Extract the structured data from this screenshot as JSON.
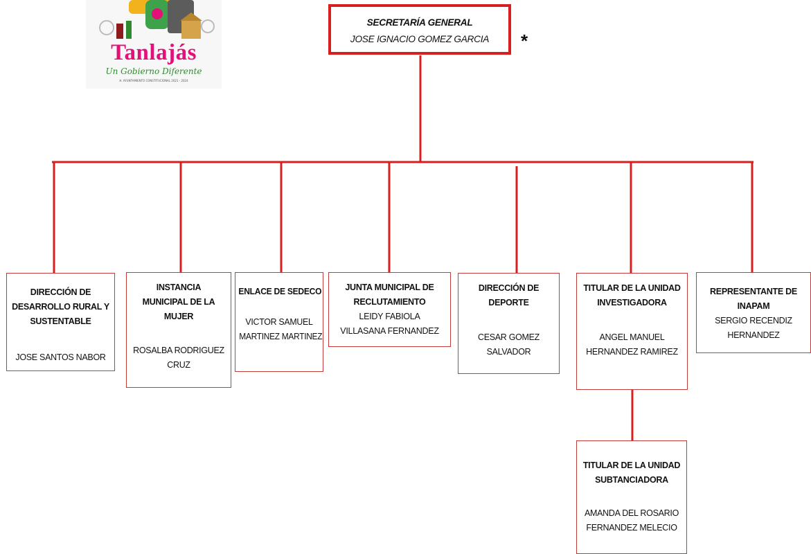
{
  "logo": {
    "brand": "Tanlajás",
    "tagline": "Un Gobierno Diferente",
    "small_text": "H. AYUNTAMIENTO CONSTITUCIONAL 2021 - 2024"
  },
  "top_node": {
    "title": "SECRETARÍA GENERAL",
    "person": "JOSE IGNACIO GOMEZ GARCIA"
  },
  "marker": "*",
  "nodes": [
    {
      "title_lines": [
        "DIRECCIÓN DE",
        "DESARROLLO RURAL Y",
        "SUSTENTABLE"
      ],
      "person_lines": [
        "JOSE SANTOS NABOR"
      ]
    },
    {
      "title_lines": [
        "INSTANCIA",
        "MUNICIPAL DE LA",
        "MUJER"
      ],
      "person_lines": [
        "ROSALBA RODRIGUEZ",
        "CRUZ"
      ]
    },
    {
      "title_lines": [
        "ENLACE DE SEDECO"
      ],
      "person_lines": [
        "VICTOR SAMUEL",
        "MARTINEZ MARTINEZ"
      ]
    },
    {
      "title_lines": [
        "JUNTA MUNICIPAL DE",
        "RECLUTAMIENTO"
      ],
      "person_lines": [
        "LEIDY FABIOLA",
        "VILLASANA FERNANDEZ"
      ]
    },
    {
      "title_lines": [
        "DIRECCIÓN DE",
        "DEPORTE"
      ],
      "person_lines": [
        "CESAR GOMEZ",
        "SALVADOR"
      ]
    },
    {
      "title_lines": [
        "TITULAR DE LA UNIDAD",
        "INVESTIGADORA"
      ],
      "person_lines": [
        "ANGEL MANUEL",
        "HERNANDEZ RAMIREZ"
      ]
    },
    {
      "title_lines": [
        "REPRESENTANTE  DE",
        "INAPAM"
      ],
      "person_lines": [
        "SERGIO RECENDIZ",
        "HERNANDEZ"
      ]
    }
  ],
  "sub_node": {
    "title_lines": [
      "TITULAR DE LA UNIDAD",
      "SUBTANCIADORA"
    ],
    "person_lines": [
      "AMANDA DEL ROSARIO",
      "FERNANDEZ MELECIO"
    ]
  }
}
